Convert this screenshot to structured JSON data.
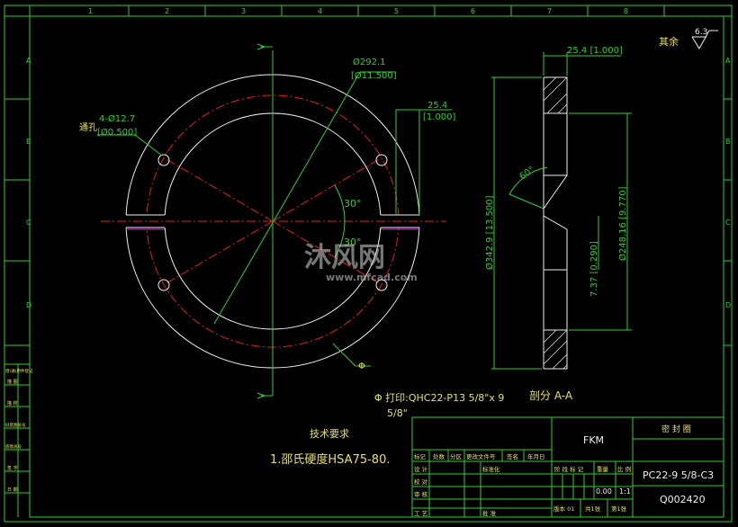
{
  "grid": {
    "cols_top": [
      "1",
      "2",
      "3",
      "4",
      "5",
      "6",
      "7",
      "8"
    ],
    "rows_left": [
      "A",
      "B",
      "C",
      "D"
    ],
    "rows_right": [
      "A",
      "B",
      "C",
      "D"
    ]
  },
  "roughness": {
    "label": "其余",
    "value": "6.3"
  },
  "view_front": {
    "pcd_dim": "Ø292.1",
    "pcd_dim_in": "[Ø11.500]",
    "hole_note": "通孔",
    "hole_dim": "4-Ø12.7",
    "hole_dim_in": "[Ø0.500]",
    "slot_dim": "25.4",
    "slot_dim_in": "[1.000]",
    "angle_1": "30°",
    "angle_2": "30°",
    "marker": "Φ"
  },
  "view_section": {
    "top_dim": "25.4 [1.000]",
    "od_dim": "Ø342.9 [13.500]",
    "id_dim": "Ø248.16 [9.770]",
    "chamfer_angle": "60°",
    "depth_dim": "7.37 [0.290]",
    "section_label": "剖分 A-A"
  },
  "marking": {
    "line1": "Φ 打印:QHC22-P13 5/8\"x 9",
    "line2": "5/8\""
  },
  "tech_req": {
    "title": "技术要求",
    "item1": "1.邵氏硬度HSA75-80."
  },
  "left_strip": {
    "labels": [
      "借(通)用件登记",
      "描 图",
      "描 校",
      "旧底图总号",
      "底图总号",
      "签 字",
      "日 期"
    ]
  },
  "title_block": {
    "company": "FKM",
    "part_name": "密 封 圈",
    "part_no": "PC22-9 5/8-C3",
    "drawing_no": "Q002420",
    "rev_headers": [
      "标记",
      "处数",
      "分区",
      "更改文件号",
      "签名",
      "年月日"
    ],
    "role_labels": [
      "设 计",
      "校 对",
      "审 核",
      "工 艺"
    ],
    "std_label": "标准化",
    "approve_label": "批 准",
    "stage_label": "阶 段 标 记",
    "weight_label": "重量",
    "scale_label": "比 例",
    "weight_value": "0.00",
    "scale_value": "1:1",
    "version": "版本 01",
    "sheets_total": "共1张",
    "sheet_no": "第1张"
  },
  "watermark": {
    "brand": "沐风网",
    "url": "www.mfcad.com"
  }
}
